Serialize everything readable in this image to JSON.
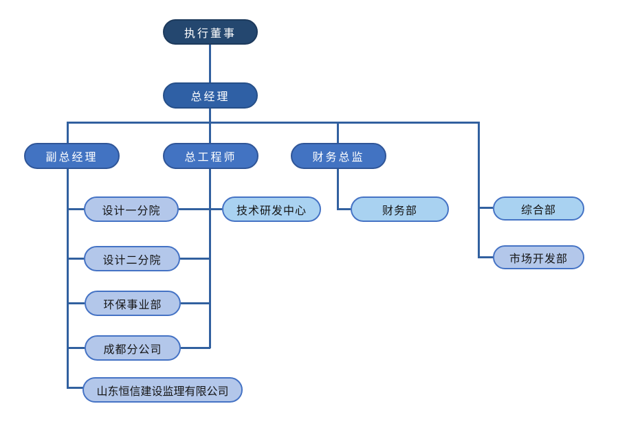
{
  "org_chart": {
    "nodes": {
      "executive_director": "执行董事",
      "general_manager": "总经理",
      "deputy_general_manager": "副总经理",
      "chief_engineer": "总工程师",
      "finance_director": "财务总监",
      "design_branch_1": "设计一分院",
      "tech_rd_center": "技术研发中心",
      "finance_dept": "财务部",
      "general_dept": "综合部",
      "design_branch_2": "设计二分院",
      "market_dev_dept": "市场开发部",
      "environmental_division": "环保事业部",
      "chengdu_branch": "成都分公司",
      "shandong_hengxin": "山东恒信建设监理有限公司"
    },
    "edges": [
      {
        "from": "执行董事",
        "to": "总经理"
      },
      {
        "from": "总经理",
        "to": "副总经理"
      },
      {
        "from": "总经理",
        "to": "总工程师"
      },
      {
        "from": "总经理",
        "to": "财务总监"
      },
      {
        "from": "总经理",
        "to": "综合部"
      },
      {
        "from": "总经理",
        "to": "市场开发部"
      },
      {
        "from": "副总经理",
        "to": "设计一分院"
      },
      {
        "from": "副总经理",
        "to": "设计二分院"
      },
      {
        "from": "副总经理",
        "to": "环保事业部"
      },
      {
        "from": "副总经理",
        "to": "成都分公司"
      },
      {
        "from": "副总经理",
        "to": "山东恒信建设监理有限公司"
      },
      {
        "from": "总工程师",
        "to": "技术研发中心"
      },
      {
        "from": "总工程师",
        "to": "设计一分院"
      },
      {
        "from": "总工程师",
        "to": "设计二分院"
      },
      {
        "from": "总工程师",
        "to": "环保事业部"
      },
      {
        "from": "总工程师",
        "to": "成都分公司"
      },
      {
        "from": "财务总监",
        "to": "财务部"
      }
    ],
    "colors": {
      "level1_fill": "#24476F",
      "level2_fill": "#2F60A5",
      "level3_fill": "#4273C2",
      "lavender_fill": "#B3C7EA",
      "lightblue_fill": "#A9D2F1",
      "node_border": "#4472C4",
      "connector_line": "#31609F",
      "background": "#FFFFFF"
    }
  }
}
